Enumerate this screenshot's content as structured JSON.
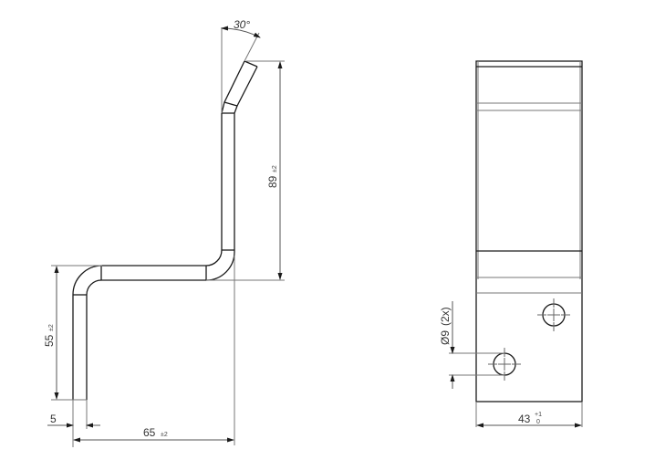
{
  "drawing": {
    "type": "technical drawing",
    "views": [
      "side view",
      "front view"
    ],
    "colors": {
      "part_line": "#1a1a1a",
      "dimension_line": "#555555",
      "text": "#333333",
      "background": "#ffffff"
    }
  },
  "side_view": {
    "angle_dim": {
      "value": "30°"
    },
    "height_dim": {
      "value": "89",
      "tolerance": "±2"
    },
    "lower_height_dim": {
      "value": "55",
      "tolerance": "±2"
    },
    "thickness_dim": {
      "value": "5"
    },
    "width_dim": {
      "value": "65",
      "tolerance": "±2"
    }
  },
  "front_view": {
    "hole_dim": {
      "value": "Ø9",
      "note": "(2x)"
    },
    "width_dim": {
      "value": "43",
      "tol_upper": "+1",
      "tol_lower": "0"
    },
    "holes": [
      {
        "label": "hole-upper-right"
      },
      {
        "label": "hole-lower-left"
      }
    ]
  }
}
